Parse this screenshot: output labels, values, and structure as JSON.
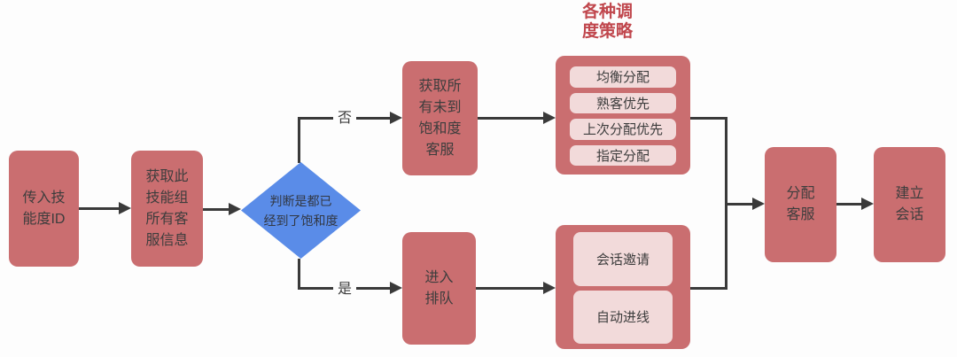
{
  "title": {
    "text": "各种调\n度策略",
    "color": "#C0474D"
  },
  "nodes": {
    "input_skill_id": {
      "label": "传入技\n能度ID"
    },
    "fetch_agents": {
      "label": "获取此\n技能组\n所有客\n服信息"
    },
    "decision": {
      "label": "判断是都已\n经到了饱和度"
    },
    "fetch_unsaturated": {
      "label": "获取所\n有未到\n饱和度\n客服"
    },
    "enter_queue": {
      "label": "进入\n排队"
    },
    "assign_agent": {
      "label": "分配\n客服"
    },
    "create_session": {
      "label": "建立\n会话"
    }
  },
  "strategy_group": {
    "items": [
      {
        "label": "均衡分配"
      },
      {
        "label": "熟客优先"
      },
      {
        "label": "上次分配优先"
      },
      {
        "label": "指定分配"
      }
    ]
  },
  "queue_group": {
    "items": [
      {
        "label": "会话邀请"
      },
      {
        "label": "自动进线"
      }
    ]
  },
  "branch_labels": {
    "no": "否",
    "yes": "是"
  },
  "colors": {
    "node_fill": "#CA6E70",
    "sub_item_fill": "#F2DADA",
    "decision_fill": "#5A8CE8",
    "connector": "#3A3A3A",
    "node_text": "#3D3D3D",
    "title_text": "#C0474D",
    "background": "#FDFDFD"
  }
}
